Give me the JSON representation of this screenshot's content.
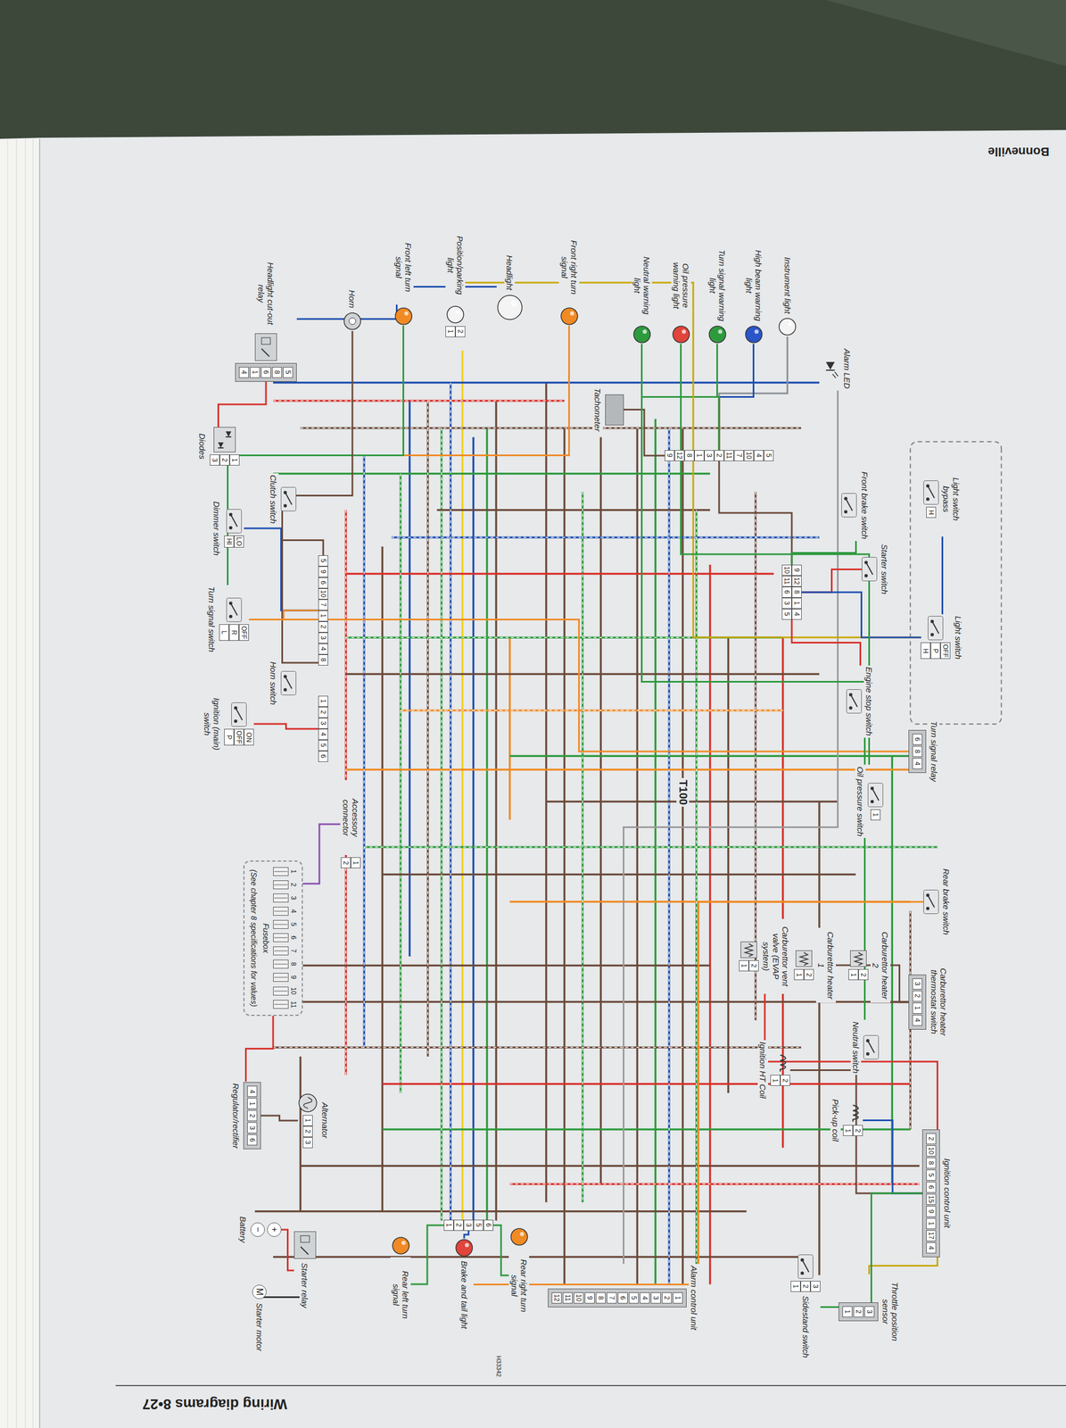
{
  "diagram": {
    "nodes": [
      {
        "text": [
          "Alarm LED"
        ]
      },
      {
        "text": [
          "Instrument light"
        ]
      },
      {
        "text": [
          "High beam warning light"
        ]
      },
      {
        "text": [
          "Turn signal warning light"
        ]
      },
      {
        "text": [
          "Oil pressure warning light"
        ]
      },
      {
        "text": [
          "Neutral warning light"
        ]
      },
      {
        "text": [
          "5",
          "4",
          "10",
          "7",
          "11",
          "2",
          "3",
          "1",
          "8",
          "12",
          "9"
        ]
      },
      {
        "text": [
          "Tachometer"
        ]
      },
      {
        "text": [
          "Front right turn signal"
        ]
      },
      {
        "text": [
          "Headlight"
        ]
      },
      {
        "text": [
          "Position/parking light",
          "2",
          "1"
        ]
      },
      {
        "text": [
          "Front left turn signal"
        ]
      },
      {
        "text": [
          "Horn"
        ]
      },
      {
        "text": [
          "Headlight cut-out relay",
          "5",
          "8",
          "6",
          "1",
          "4"
        ]
      },
      {
        "text": [
          "Diodes",
          "1",
          "2",
          "3"
        ]
      },
      {
        "text": [
          "Light switch bypass",
          "H"
        ]
      },
      {
        "text": [
          "Front brake switch"
        ]
      },
      {
        "text": [
          "Starter switch"
        ]
      },
      {
        "text": [
          "Light switch",
          "OFF",
          "P",
          "H"
        ]
      },
      {
        "text": [
          "Engine stop switch"
        ]
      },
      {
        "text": [
          "9",
          "12",
          "8",
          "1",
          "4",
          "10",
          "11",
          "6",
          "3",
          "5"
        ]
      },
      {
        "text": [
          "Clutch switch"
        ]
      },
      {
        "text": [
          "Dimmer switch",
          "LO",
          "HI"
        ]
      },
      {
        "text": [
          "Turn signal switch",
          "OFF",
          "R",
          "L"
        ]
      },
      {
        "text": [
          "5",
          "9",
          "6",
          "10",
          "7",
          "1",
          "2",
          "3",
          "4",
          "8"
        ]
      },
      {
        "text": [
          "Horn switch"
        ]
      },
      {
        "text": [
          "Ignition (main) switch",
          "ON",
          "OFF",
          "P"
        ]
      },
      {
        "text": [
          "1",
          "2",
          "3",
          "4",
          "5",
          "6"
        ]
      },
      {
        "text": [
          "Turn signal relay",
          "6",
          "8",
          "4"
        ]
      },
      {
        "text": [
          "Oil pressure switch",
          "1"
        ]
      },
      {
        "text": [
          "Accessory connector",
          "1",
          "2"
        ]
      },
      {
        "text": [
          "Rear brake switch"
        ]
      },
      {
        "text": [
          "Carburettor heater 2",
          "2",
          "1"
        ]
      },
      {
        "text": [
          "Carburettor heater 1",
          "2",
          "1"
        ]
      },
      {
        "text": [
          "Carburettor vent valve (EVAP system)",
          "2",
          "1"
        ]
      },
      {
        "text": [
          "Carburettor heater thermostat switch",
          "3",
          "2",
          "1",
          "4"
        ]
      },
      {
        "text": [
          "Fusebox",
          "(See chapter 8 specifications for values)"
        ]
      },
      {
        "text": [
          "1"
        ],
        "in": 36
      },
      {
        "text": [
          "2"
        ],
        "in": 36
      },
      {
        "text": [
          "3"
        ],
        "in": 36
      },
      {
        "text": [
          "4"
        ],
        "in": 36
      },
      {
        "text": [
          "5"
        ],
        "in": 36
      },
      {
        "text": [
          "6"
        ],
        "in": 36
      },
      {
        "text": [
          "7"
        ],
        "in": 36
      },
      {
        "text": [
          "8"
        ],
        "in": 36
      },
      {
        "text": [
          "9"
        ],
        "in": 36
      },
      {
        "text": [
          "10"
        ],
        "in": 36
      },
      {
        "text": [
          "11"
        ],
        "in": 36
      },
      {
        "text": [
          "Neutral switch"
        ]
      },
      {
        "text": [
          "Ignition HT Coil",
          "2",
          "1"
        ]
      },
      {
        "text": [
          "Pick-up coil",
          "2",
          "1"
        ]
      },
      {
        "text": [
          "Alternator",
          "1",
          "2",
          "3"
        ]
      },
      {
        "text": [
          "Regulator/rectifier",
          "4",
          "1",
          "2",
          "3",
          "6"
        ]
      },
      {
        "text": [
          "Ignition control unit",
          "2",
          "10",
          "8",
          "5",
          "6",
          "15",
          "9",
          "1",
          "17",
          "4"
        ]
      },
      {
        "text": [
          "Throttle position sensor",
          "3",
          "2",
          "1"
        ]
      },
      {
        "text": [
          "Sidestand switch",
          "3",
          "2",
          "1"
        ]
      },
      {
        "text": [
          "Battery",
          "+",
          "−"
        ]
      },
      {
        "text": [
          "Starter relay"
        ]
      },
      {
        "text": [
          "Starter motor",
          "M"
        ]
      },
      {
        "text": [
          "Alarm control unit",
          "1",
          "2",
          "3",
          "4",
          "5",
          "6",
          "7",
          "8",
          "9",
          "10",
          "11",
          "12"
        ]
      },
      {
        "text": [
          "6",
          "5",
          "3",
          "2",
          "1"
        ]
      },
      {
        "text": [
          "Rear right turn signal"
        ]
      },
      {
        "text": [
          "Brake and tail light"
        ]
      },
      {
        "text": [
          "Rear left turn signal"
        ]
      }
    ],
    "edges": [
      {
        "from": 1,
        "to": 6,
        "arrow": "none"
      },
      {
        "from": 2,
        "to": 6,
        "arrow": "none"
      },
      {
        "from": 3,
        "to": 6,
        "arrow": "none"
      },
      {
        "from": 4,
        "to": 6,
        "arrow": "none"
      },
      {
        "from": 5,
        "to": 6,
        "arrow": "none"
      },
      {
        "from": 7,
        "to": 6,
        "arrow": "none"
      },
      {
        "from": 0,
        "to": 59,
        "arrow": "none"
      },
      {
        "from": 6,
        "to": 20,
        "arrow": "none"
      },
      {
        "from": 9,
        "to": 13,
        "arrow": "none"
      },
      {
        "from": 13,
        "to": 14,
        "arrow": "none"
      },
      {
        "from": 10,
        "to": 18,
        "arrow": "none"
      },
      {
        "from": 8,
        "to": 23,
        "arrow": "none"
      },
      {
        "from": 11,
        "to": 23,
        "arrow": "none"
      },
      {
        "from": 12,
        "to": 25,
        "arrow": "none"
      },
      {
        "from": 21,
        "to": 24,
        "arrow": "none"
      },
      {
        "from": 22,
        "to": 24,
        "arrow": "none"
      },
      {
        "from": 23,
        "to": 24,
        "arrow": "none"
      },
      {
        "from": 25,
        "to": 24,
        "arrow": "none"
      },
      {
        "from": 26,
        "to": 27,
        "arrow": "none"
      },
      {
        "from": 16,
        "to": 20,
        "arrow": "none"
      },
      {
        "from": 17,
        "to": 20,
        "arrow": "none"
      },
      {
        "from": 18,
        "to": 20,
        "arrow": "none"
      },
      {
        "from": 19,
        "to": 20,
        "arrow": "none"
      },
      {
        "from": 28,
        "to": 23,
        "arrow": "none"
      },
      {
        "from": 29,
        "to": 4,
        "arrow": "none"
      },
      {
        "from": 48,
        "to": 5,
        "arrow": "none"
      },
      {
        "from": 32,
        "to": 35,
        "arrow": "none"
      },
      {
        "from": 33,
        "to": 35,
        "arrow": "none"
      },
      {
        "from": 34,
        "to": 53,
        "arrow": "none"
      },
      {
        "from": 49,
        "to": 53,
        "arrow": "none"
      },
      {
        "from": 50,
        "to": 53,
        "arrow": "none"
      },
      {
        "from": 54,
        "to": 53,
        "arrow": "none"
      },
      {
        "from": 55,
        "to": 53,
        "arrow": "none"
      },
      {
        "from": 51,
        "to": 52,
        "arrow": "none"
      },
      {
        "from": 52,
        "to": 36,
        "arrow": "none"
      },
      {
        "from": 56,
        "to": 57,
        "arrow": "none"
      },
      {
        "from": 57,
        "to": 58,
        "arrow": "none"
      },
      {
        "from": 60,
        "to": 61,
        "arrow": "none"
      },
      {
        "from": 60,
        "to": 62,
        "arrow": "none"
      },
      {
        "from": 60,
        "to": 63,
        "arrow": "none"
      },
      {
        "from": 31,
        "to": 62,
        "arrow": "none"
      },
      {
        "from": 30,
        "to": 38,
        "arrow": "none"
      },
      {
        "from": 15,
        "to": 18,
        "arrow": "none"
      }
    ],
    "labels": [
      "Bonneville",
      "Wiring diagrams 8•27",
      "T100",
      "H33342"
    ]
  }
}
